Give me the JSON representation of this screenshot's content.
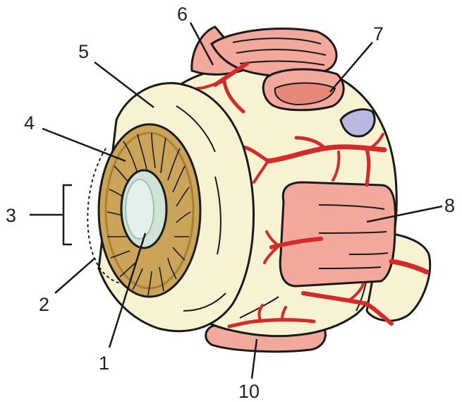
{
  "labels": {
    "l1": "1",
    "l2": "2",
    "l3": "3",
    "l4": "4",
    "l5": "5",
    "l6": "6",
    "l7": "7",
    "l8": "8",
    "l10": "10"
  },
  "colors": {
    "outline": "#1a1a1a",
    "sclera": "#f7f3d2",
    "sclera_shadow": "#e9e3b6",
    "muscle": "#f2a89a",
    "muscle_dark": "#e6877a",
    "iris": "#c9a459",
    "iris_dark": "#a97f36",
    "pupil": "#cfe3d8",
    "pupil_dark": "#9fc0b0",
    "vessel": "#d42a2a",
    "nerve": "#b9b8e0"
  }
}
